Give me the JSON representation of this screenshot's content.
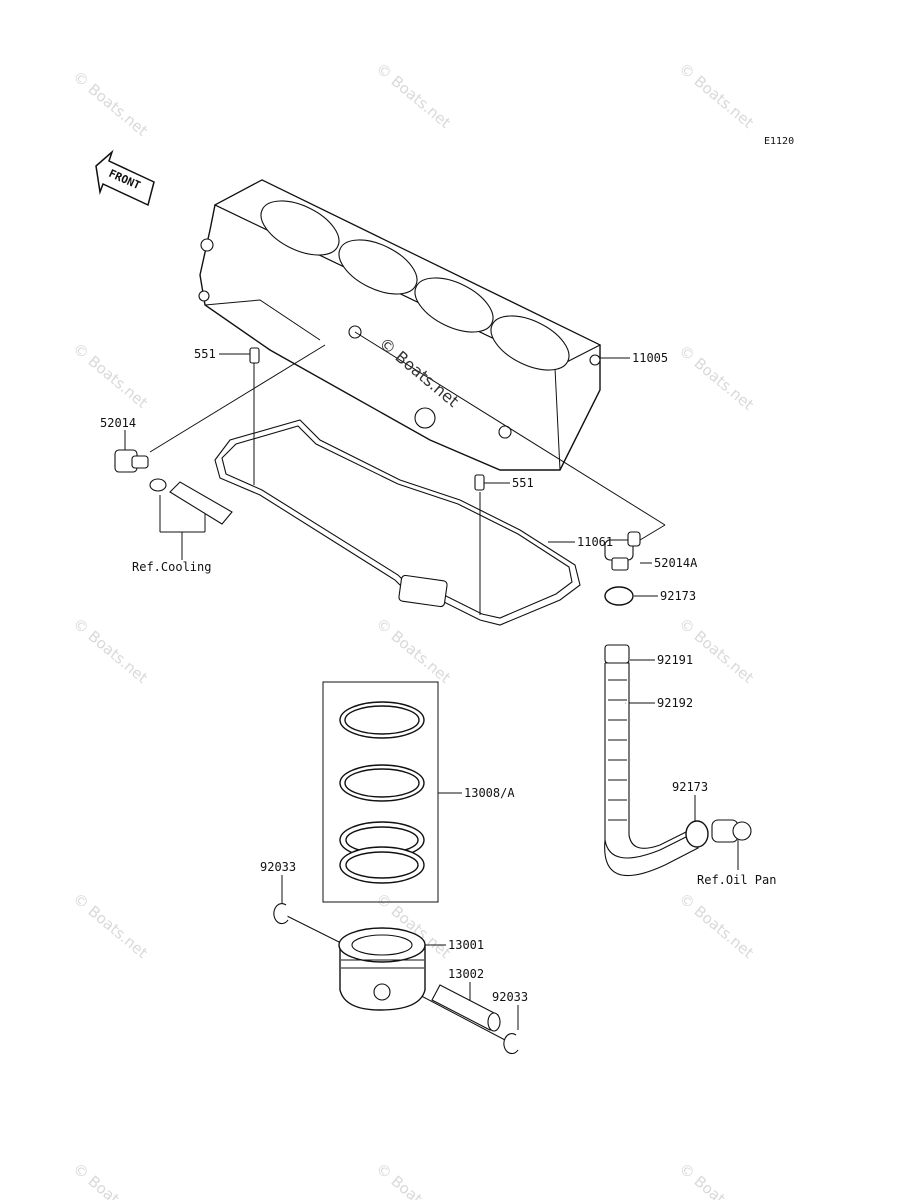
{
  "diagram": {
    "code": "E1120",
    "front_arrow": "FRONT",
    "watermark": "© Boats.net",
    "labels": {
      "p11005": "11005",
      "p551_top": "551",
      "p551_mid": "551",
      "p52014": "52014",
      "p52014a": "52014A",
      "p11061": "11061",
      "p92173_top": "92173",
      "p92191": "92191",
      "p92192": "92192",
      "p92173_low": "92173",
      "p13008a": "13008/A",
      "p92033_left": "92033",
      "p13001": "13001",
      "p13002": "13002",
      "p92033_right": "92033",
      "ref_cooling": "Ref.Cooling",
      "ref_oil_pan": "Ref.Oil Pan"
    }
  }
}
